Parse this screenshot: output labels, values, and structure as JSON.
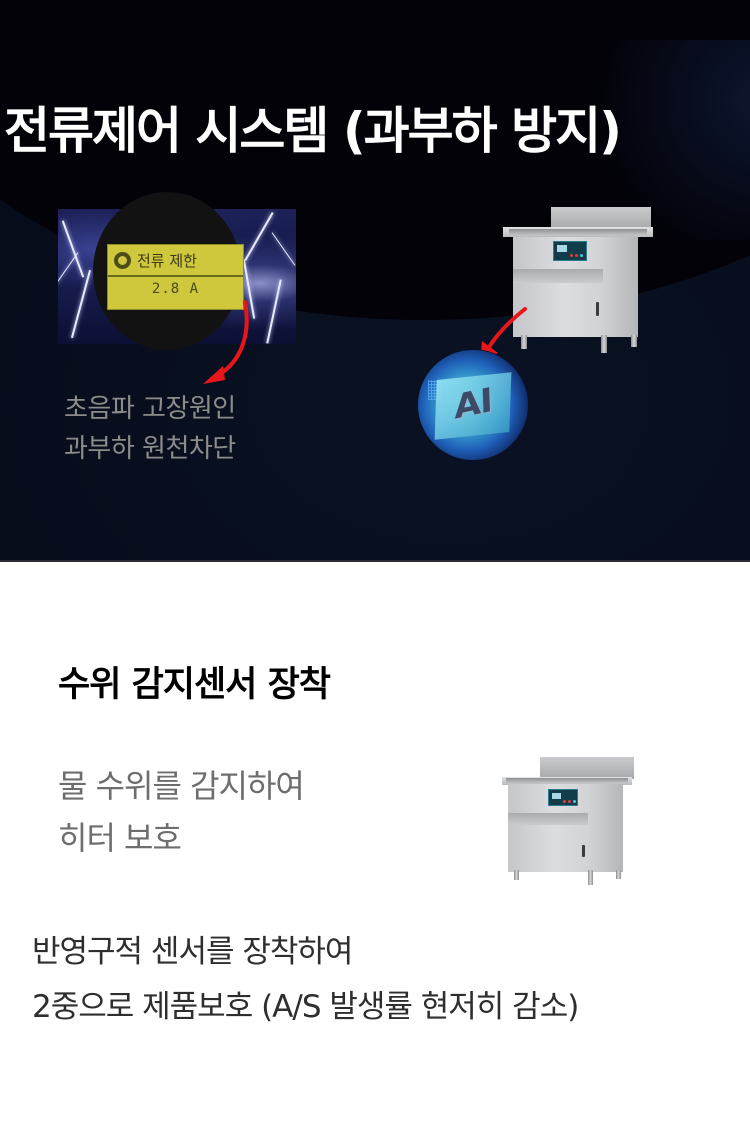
{
  "section_current_control": {
    "title": "전류제어 시스템 (과부하 방지)",
    "lcd": {
      "label": "전류 제한",
      "value": "2.8 A",
      "icon": "ring-icon"
    },
    "caption": {
      "line1": "초음파 고장원인",
      "line2": "과부하 원천차단"
    },
    "chip_label": "AI",
    "colors": {
      "background": "#03030d",
      "title": "#ffffff",
      "caption": "#8c8c8c",
      "lcd_background": "#cfc73c",
      "arrow": "#e8161b"
    }
  },
  "section_water_sensor": {
    "title": "수위 감지센서 장착",
    "description": {
      "line1": "물 수위를 감지하여",
      "line2": "히터 보호"
    },
    "bottom_text": {
      "line1": "반영구적 센서를 장착하여",
      "line2": "2중으로 제품보호 (A/S 발생률 현저히 감소)"
    },
    "colors": {
      "background": "#ffffff",
      "title": "#000000",
      "description": "#6e6e6e",
      "bottom_text": "#2e2e2e"
    }
  }
}
